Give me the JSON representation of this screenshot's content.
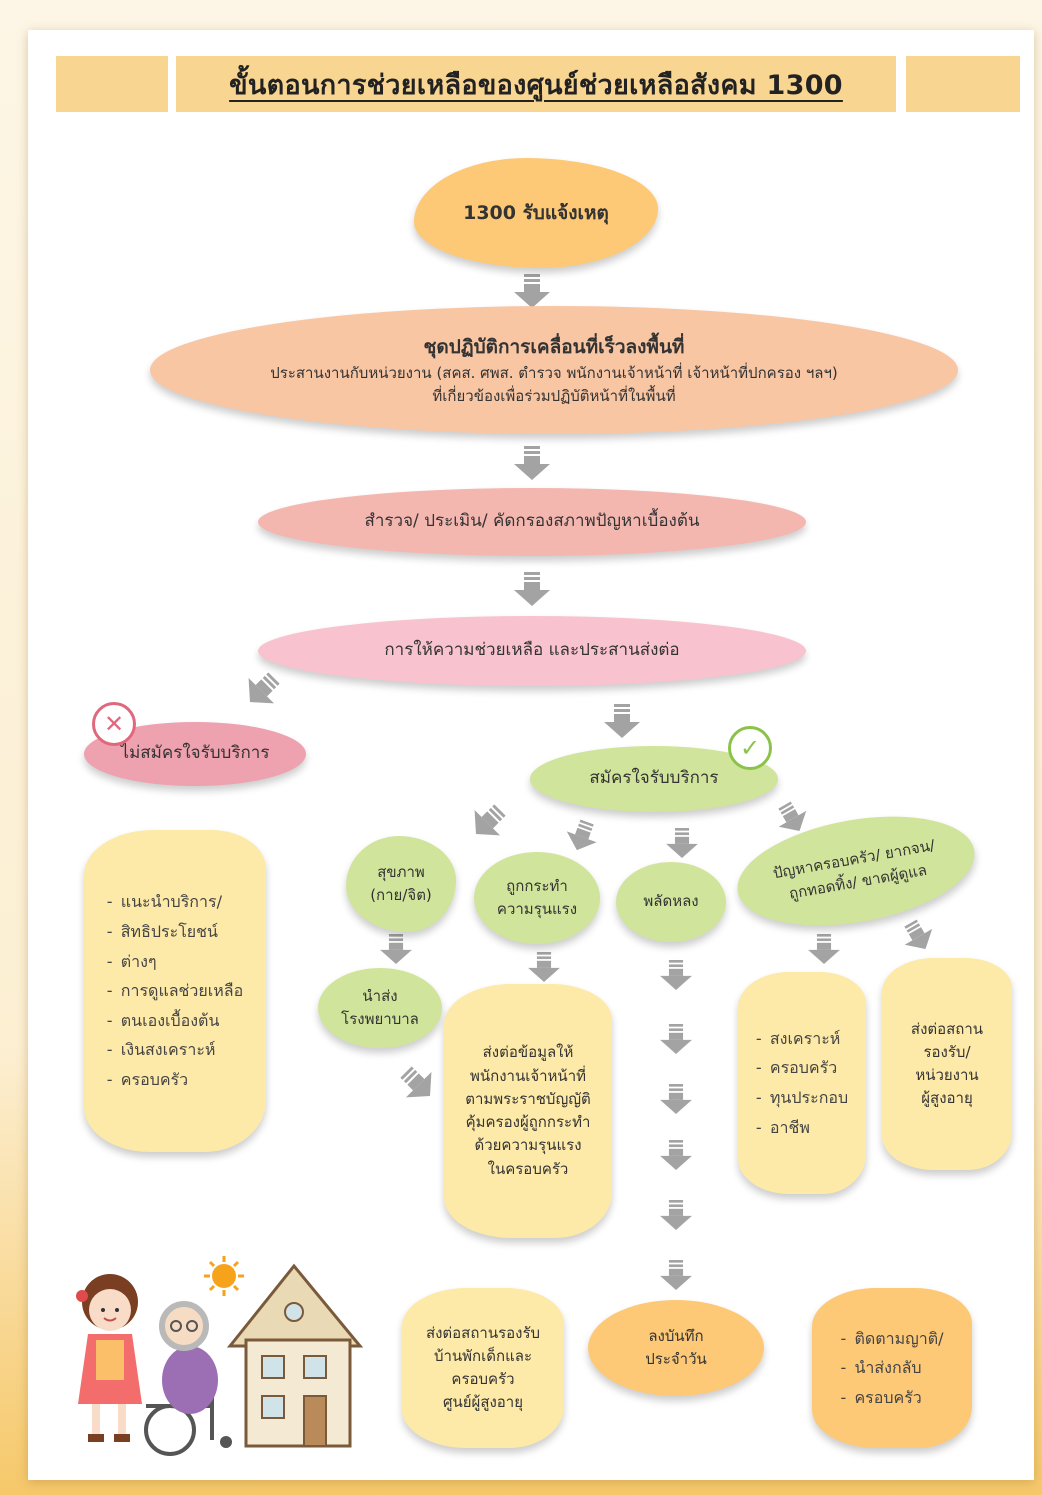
{
  "title": "ขั้นตอนการช่วยเหลือของศูนย์ช่วยเหลือสังคม 1300",
  "colors": {
    "banner": "#f8d692",
    "arrow": "#a3a3a3",
    "reject_icon": "#e0687d",
    "accept_icon": "#8bc34a"
  },
  "flow": {
    "step1": "1300 รับแจ้งเหตุ",
    "step2_title": "ชุดปฏิบัติการเคลื่อนที่เร็วลงพื้นที่",
    "step2_line1": "ประสานงานกับหน่วยงาน (สคส. ศพส. ตำรวจ พนักงานเจ้าหน้าที่ เจ้าหน้าที่ปกครอง ฯลฯ)",
    "step2_line2": "ที่เกี่ยวข้องเพื่อร่วมปฏิบัติหน้าที่ในพื้นที่",
    "step3": "สำรวจ/ ประเมิน/ คัดกรองสภาพปัญหาเบื้องต้น",
    "step4": "การให้ความช่วยเหลือ  และประสานส่งต่อ"
  },
  "decline": {
    "label": "ไม่สมัครใจรับบริการ",
    "icon": "x-circle-icon",
    "items": [
      "แนะนำบริการ/",
      "สิทธิประโยชน์",
      "ต่างๆ",
      "การดูแลช่วยเหลือ",
      "ตนเองเบื้องต้น",
      "เงินสงเคราะห์",
      "ครอบครัว"
    ]
  },
  "accept": {
    "label": "สมัครใจรับบริการ",
    "icon": "check-circle-icon"
  },
  "categories": {
    "health_line1": "สุขภาพ",
    "health_line2": "(กาย/จิต)",
    "violence_line1": "ถูกกระทำ",
    "violence_line2": "ความรุนแรง",
    "lost": "พลัดหลง",
    "family_line1": "ปัญหาครอบครัว/ ยากจน/",
    "family_line2": "ถูกทอดทิ้ง/ ขาดผู้ดูแล"
  },
  "outcomes": {
    "hospital_line1": "นำส่ง",
    "hospital_line2": "โรงพยาบาล",
    "violence_lines": [
      "ส่งต่อข้อมูลให้",
      "พนักงานเจ้าหน้าที่",
      "ตามพระราชบัญญัติ",
      "คุ้มครองผู้ถูกกระทำ",
      "ด้วยความรุนแรง",
      "ในครอบครัว"
    ],
    "family_aid": [
      "สงเคราะห์",
      "ครอบครัว",
      "ทุนประกอบ",
      "อาชีพ"
    ],
    "elderly_lines": [
      "ส่งต่อสถาน",
      "รองรับ/",
      "หน่วยงาน",
      "ผู้สูงอายุ"
    ],
    "shelter_lines": [
      "ส่งต่อสถานรองรับ",
      "บ้านพักเด็กและ",
      "ครอบครัว",
      "ศูนย์ผู้สูงอายุ"
    ],
    "daily_log_lines": [
      "ลงบันทึก",
      "ประจำวัน"
    ],
    "relatives_lines": [
      "ติดตามญาติ/",
      "นำส่งกลับ",
      "ครอบครัว"
    ]
  }
}
